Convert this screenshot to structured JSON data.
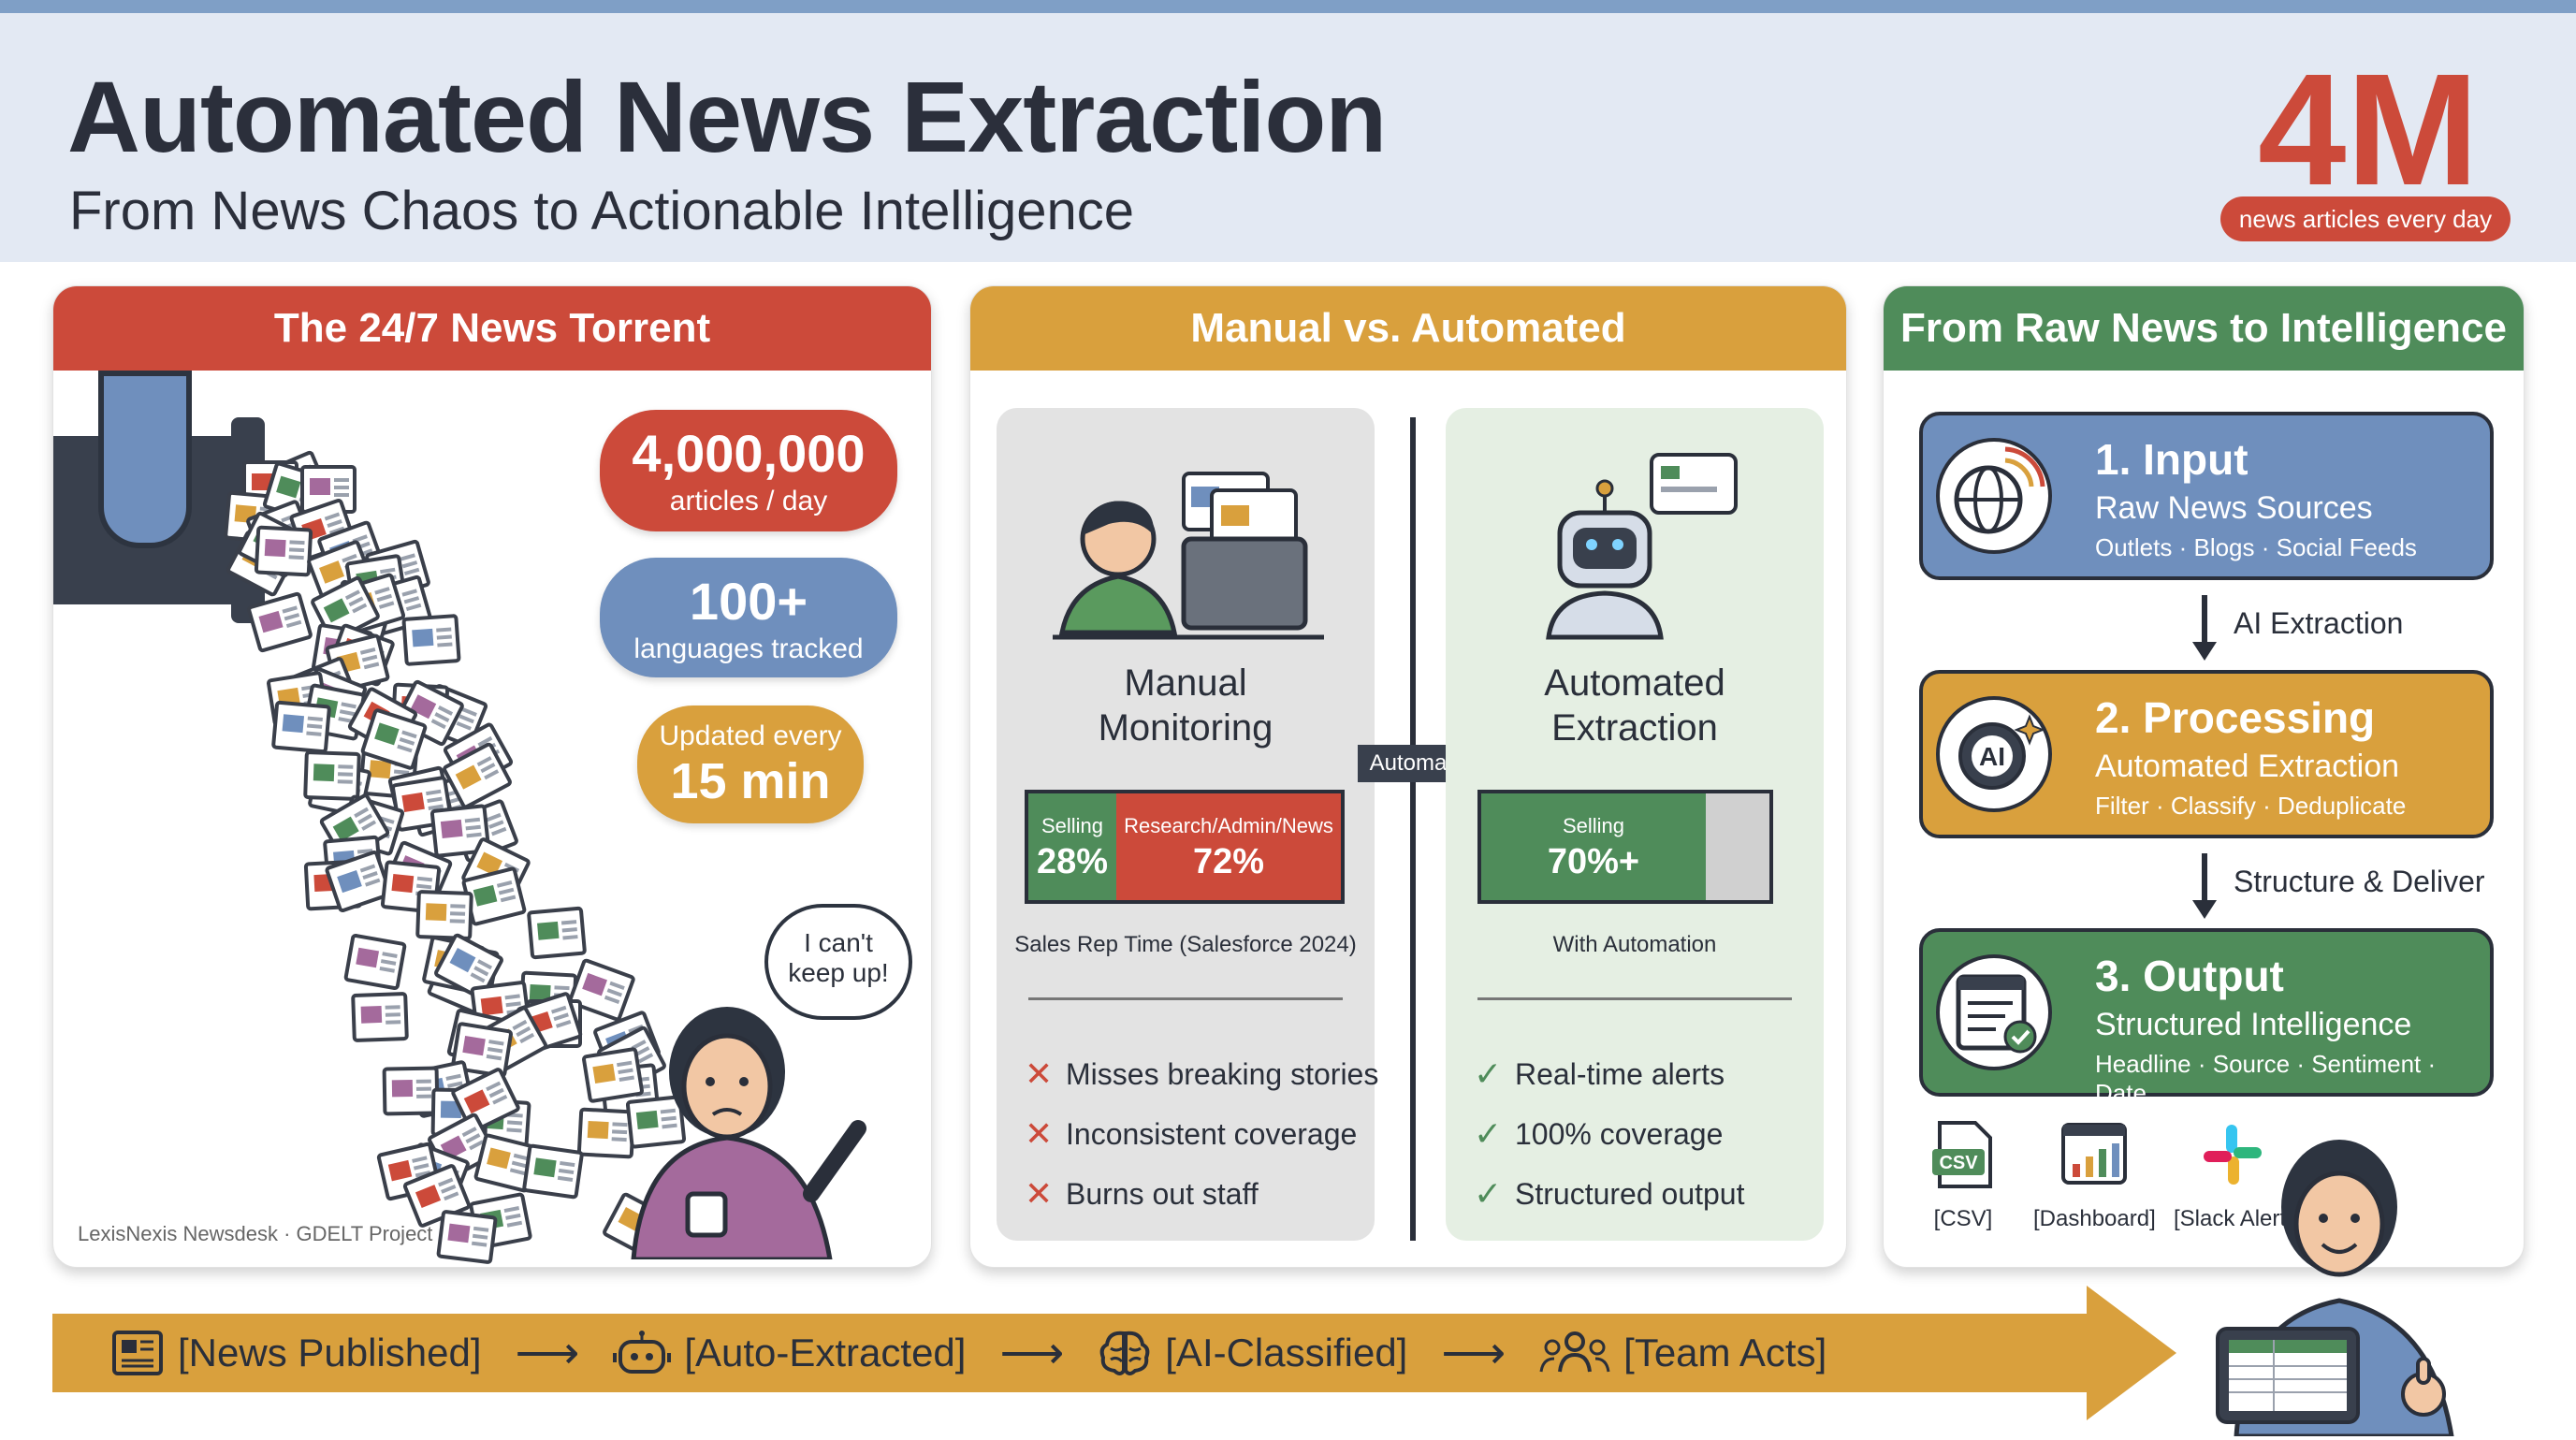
{
  "header": {
    "title": "Automated News Extraction",
    "subtitle": "From News Chaos to Actionable Intelligence",
    "big_number": "4M",
    "big_number_caption": "news articles every day"
  },
  "panel_torrent": {
    "heading": "The 24/7 News Torrent",
    "stats": [
      {
        "value": "4,000,000",
        "label": "articles / day"
      },
      {
        "value": "100+",
        "label": "languages tracked"
      },
      {
        "top": "Updated every",
        "value": "15 min"
      }
    ],
    "speech": [
      "I can't",
      "keep up!"
    ],
    "credit": "LexisNexis Newsdesk · GDELT Project"
  },
  "panel_compare": {
    "heading": "Manual vs. Automated",
    "manual": {
      "title_lines": [
        "Manual",
        "Monitoring"
      ],
      "segments": [
        {
          "label": "Selling",
          "value": "28%",
          "fraction": 0.28
        },
        {
          "label": "Research/Admin/News",
          "value": "72%",
          "fraction": 0.72
        }
      ],
      "caption": "Sales Rep Time (Salesforce 2024)",
      "items": [
        "Misses breaking stories",
        "Inconsistent coverage",
        "Burns out staff"
      ]
    },
    "arrow_label": "Automate",
    "automated": {
      "title_lines": [
        "Automated",
        "Extraction"
      ],
      "segments": [
        {
          "label": "Selling",
          "value": "70%+",
          "fraction": 0.78
        }
      ],
      "caption": "With Automation",
      "items": [
        "Real-time alerts",
        "100% coverage",
        "Structured output"
      ]
    }
  },
  "panel_pipeline": {
    "heading": "From Raw News to Intelligence",
    "steps": [
      {
        "title": "1. Input",
        "subtitle": "Raw News Sources",
        "detail": "Outlets · Blogs · Social Feeds"
      },
      {
        "title": "2. Processing",
        "subtitle": "Automated Extraction",
        "detail": "Filter · Classify · Deduplicate",
        "icon_text": "AI"
      },
      {
        "title": "3. Output",
        "subtitle": "Structured Intelligence",
        "detail": "Headline · Source · Sentiment · Date"
      }
    ],
    "connectors": [
      "AI Extraction",
      "Structure & Deliver"
    ],
    "outputs": [
      {
        "label": "[CSV]",
        "icon_text": "CSV"
      },
      {
        "label": "[Dashboard]"
      },
      {
        "label": "[Slack Alert]"
      }
    ]
  },
  "flow": {
    "items": [
      "[News Published]",
      "[Auto-Extracted]",
      "[AI-Classified]",
      "[Team Acts]"
    ]
  },
  "colors": {
    "red": "#cc4a3a",
    "blue": "#6f8fbd",
    "gold": "#d9a03d",
    "green": "#4f8c5a",
    "dark": "#2a2f3a"
  }
}
